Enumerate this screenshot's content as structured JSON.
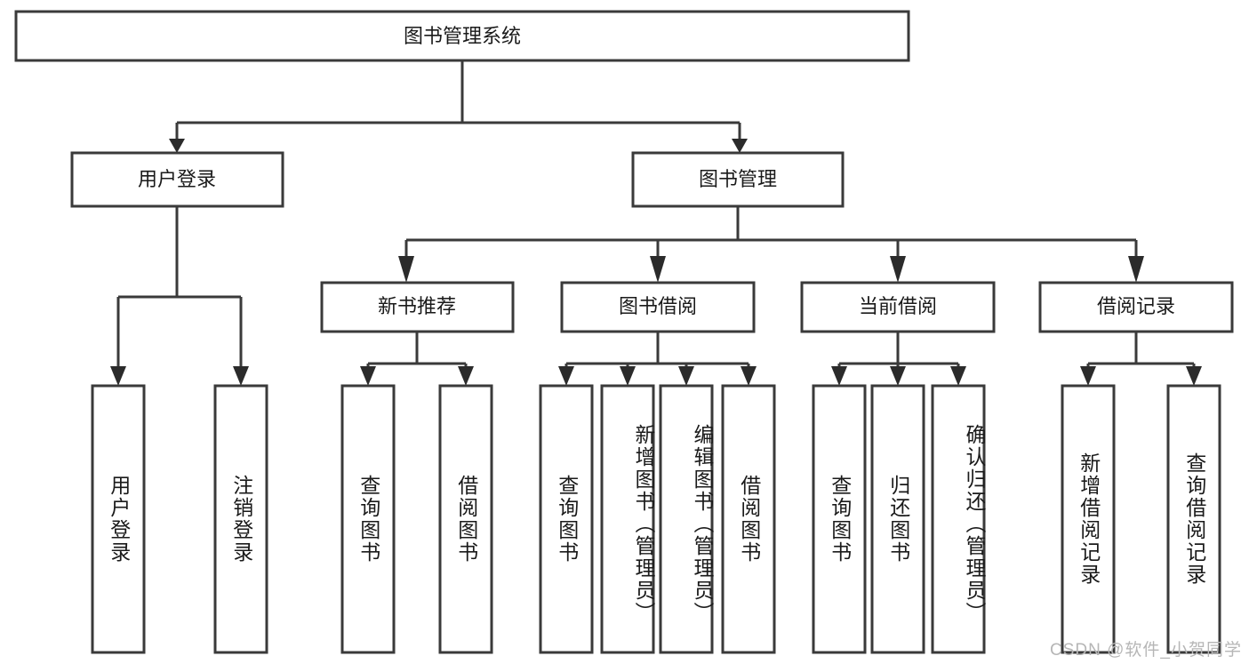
{
  "diagram": {
    "title": "图书管理系统",
    "type": "tree-hierarchy",
    "watermark": "CSDN @软件_小贺同学",
    "colors": {
      "box_stroke": "#3a3a3a",
      "box_fill": "#ffffff",
      "connector": "#3a3a3a",
      "text": "#1a1a1a",
      "watermark": "#b6b6b6",
      "background": "#ffffff"
    },
    "root": {
      "label": "图书管理系统"
    },
    "level2": [
      {
        "label": "用户登录"
      },
      {
        "label": "图书管理"
      }
    ],
    "level3": [
      {
        "label": "新书推荐"
      },
      {
        "label": "图书借阅"
      },
      {
        "label": "当前借阅"
      },
      {
        "label": "借阅记录"
      }
    ],
    "leaves": {
      "user_login": [
        {
          "label": "用户登录"
        },
        {
          "label": "注销登录"
        }
      ],
      "new_book_recommend": [
        {
          "label": "查询图书"
        },
        {
          "label": "借阅图书"
        }
      ],
      "book_borrow": [
        {
          "label": "查询图书"
        },
        {
          "label": "新增图书（管理员）"
        },
        {
          "label": "编辑图书（管理员）"
        },
        {
          "label": "借阅图书"
        }
      ],
      "current_borrow": [
        {
          "label": "查询图书"
        },
        {
          "label": "归还图书"
        },
        {
          "label": "确认归还（管理员）"
        }
      ],
      "borrow_record": [
        {
          "label": "新增借阅记录"
        },
        {
          "label": "查询借阅记录"
        }
      ]
    }
  }
}
